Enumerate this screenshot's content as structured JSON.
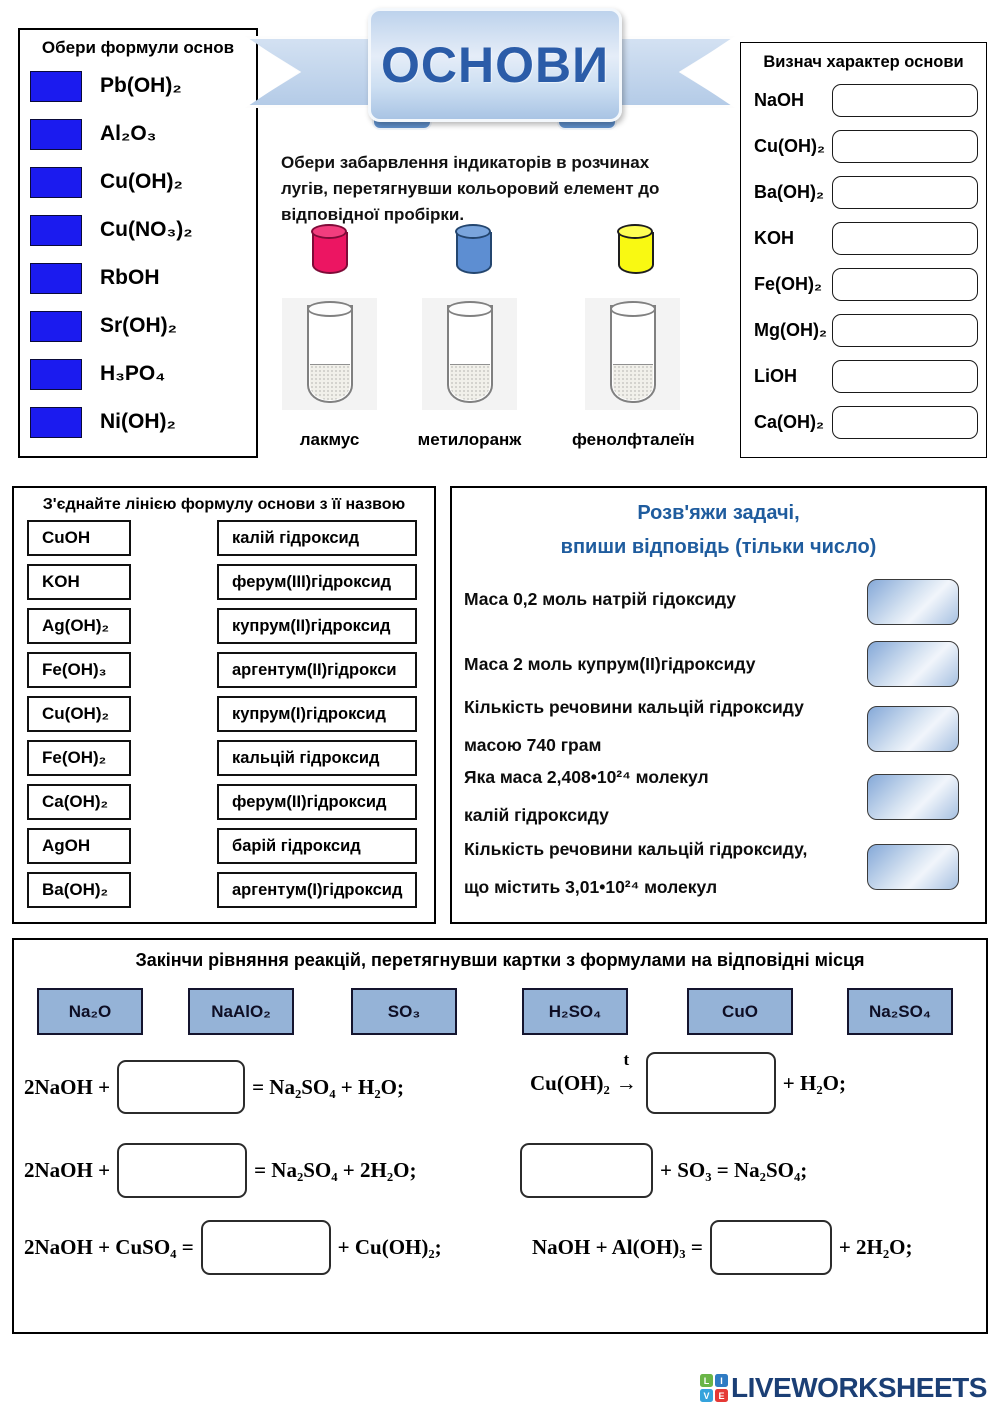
{
  "colors": {
    "checkbox_blue": "#1b1bef",
    "banner_text_blue": "#2b5ca8",
    "problems_title_blue": "#1f5c9e",
    "card_fill_blue": "#95b3d7",
    "indicator_crimson": "#ec1562",
    "indicator_blue": "#5d8ed2",
    "indicator_yellow": "#f9f912",
    "footer_navy": "#1b3f75"
  },
  "banner": {
    "title": "ОСНОВИ"
  },
  "select_bases_panel": {
    "title": "Обери формули основ",
    "items": [
      "Pb(OH)₂",
      "Al₂O₃",
      "Cu(OH)₂",
      "Cu(NO₃)₂",
      "RbOH",
      "Sr(OH)₂",
      "H₃PO₄",
      "Ni(OH)₂"
    ]
  },
  "indicators_task": {
    "instruction_lines": [
      "Обери забарвлення індикаторів  в розчинах",
      "лугів, перетягнувши кольоровий елемент до",
      "відповідної пробірки."
    ],
    "color_elements": [
      {
        "name": "crimson",
        "color": "#ec1562"
      },
      {
        "name": "blue",
        "color": "#5d8ed2"
      },
      {
        "name": "yellow",
        "color": "#f9f912"
      }
    ],
    "tube_labels": [
      "лакмус",
      "метилоранж",
      "фенолфталеїн"
    ]
  },
  "character_panel": {
    "title": "Визнач  характер основи",
    "formulas": [
      "NaOH",
      "Cu(OH)₂",
      "Ba(OH)₂",
      "KOH",
      "Fe(OH)₂",
      "Mg(OH)₂",
      "LiOH",
      "Ca(OH)₂"
    ]
  },
  "matching_panel": {
    "title": "З'єднайте лінією формулу основи з її назвою",
    "formulas": [
      "CuOH",
      "KOH",
      "Ag(OH)₂",
      "Fe(OH)₃",
      "Cu(OH)₂",
      "Fe(OH)₂",
      "Ca(OH)₂",
      "AgOH",
      "Ba(OH)₂"
    ],
    "names": [
      "калій гідроксид",
      "ферум(III)гідроксид",
      "купрум(II)гідроксид",
      "аргентум(II)гідрокси",
      "купрум(I)гідроксид",
      "кальцій гідроксид",
      "ферум(II)гідроксид",
      "барій гідроксид",
      "аргентум(I)гідроксид"
    ]
  },
  "problems_panel": {
    "title_line1": "Розв'яжи задачі,",
    "title_line2": "впиши відповідь (тільки число)",
    "problems": [
      {
        "lines": [
          "Маса  0,2 моль натрій гідоксиду"
        ]
      },
      {
        "lines": [
          "Маса 2 моль купрум(II)гідроксиду"
        ]
      },
      {
        "lines": [
          "Кількість речовини кальцій гідроксиду",
          "масою 740 грам"
        ]
      },
      {
        "lines": [
          "Яка маса 2,408•10²⁴ молекул",
          "калій гідроксиду"
        ]
      },
      {
        "lines": [
          "Кількість речовини кальцій гідроксиду,",
          "що містить 3,01•10²⁴ молекул"
        ]
      }
    ]
  },
  "equations_panel": {
    "title": "Закінчи рівняння реакцій, перетягнувши картки з формулами на відповідні місця",
    "cards": [
      "Na₂O",
      "NaAlO₂",
      "SO₃",
      "H₂SO₄",
      "CuO",
      "Na₂SO₄"
    ],
    "equations": [
      {
        "pre": "2NaOH +",
        "post": "= Na₂SO₄ + H₂O;"
      },
      {
        "pre": "Cu(OH)₂",
        "arrow": "→",
        "arrow_label": "t",
        "post": "+ H₂O;"
      },
      {
        "pre": "2NaOH +",
        "post": "= Na₂SO₄ + 2H₂O;"
      },
      {
        "pre": "",
        "post": "+ SO₃ = Na₂SO₄;"
      },
      {
        "pre": "2NaOH + CuSO₄ =",
        "post": "+ Cu(OH)₂;"
      },
      {
        "pre": "NaOH + Al(OH)₃  =",
        "post": "+ 2H₂O;"
      }
    ]
  },
  "footer": {
    "brand": "LIVEWORKSHEETS",
    "logo_squares": [
      {
        "letter": "L",
        "color": "#6ab547"
      },
      {
        "letter": "I",
        "color": "#2f7bc3"
      },
      {
        "letter": "V",
        "color": "#35a3dc"
      },
      {
        "letter": "E",
        "color": "#e53935"
      }
    ]
  }
}
